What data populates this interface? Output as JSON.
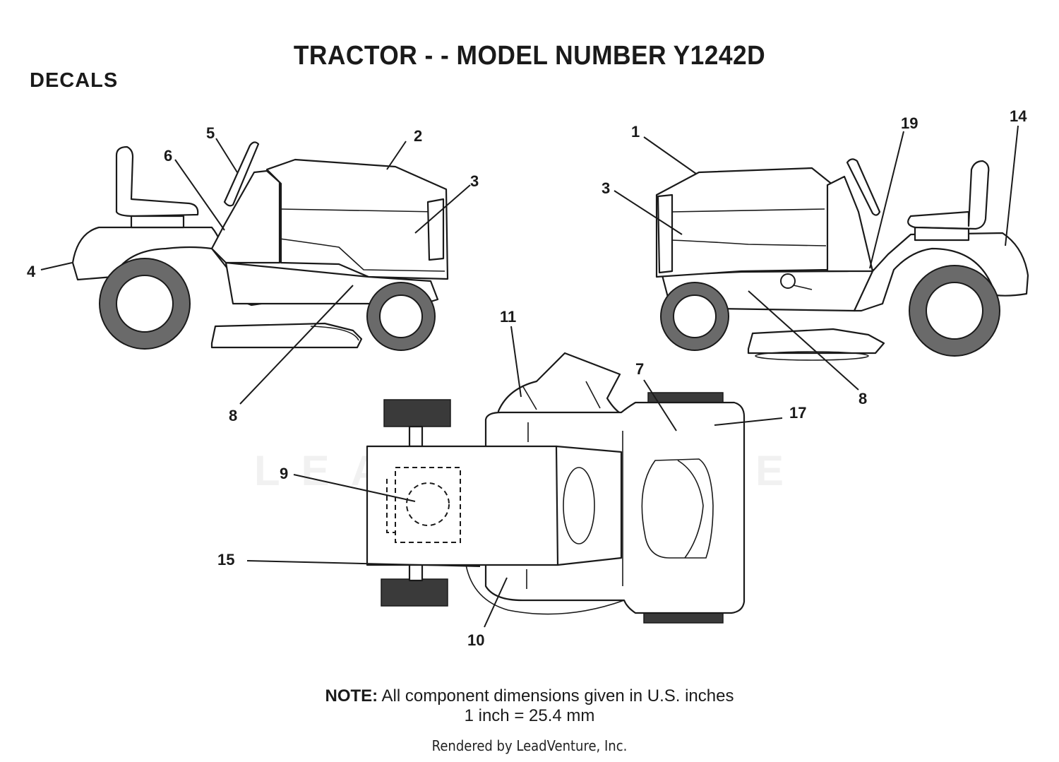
{
  "header": {
    "title": "TRACTOR - - MODEL NUMBER Y1242D",
    "section": "DECALS"
  },
  "watermark": "LEADVENTURE",
  "callouts": {
    "c1": "1",
    "c2": "2",
    "c3a": "3",
    "c3b": "3",
    "c4": "4",
    "c5": "5",
    "c6": "6",
    "c7": "7",
    "c8a": "8",
    "c8b": "8",
    "c9": "9",
    "c10": "10",
    "c11": "11",
    "c14": "14",
    "c15": "15",
    "c17": "17",
    "c19": "19"
  },
  "note": {
    "label": "NOTE:",
    "line1": "All component dimensions given in U.S. inches",
    "line2": "1 inch = 25.4 mm"
  },
  "footer": {
    "rendered_by": "Rendered by LeadVenture, Inc."
  }
}
